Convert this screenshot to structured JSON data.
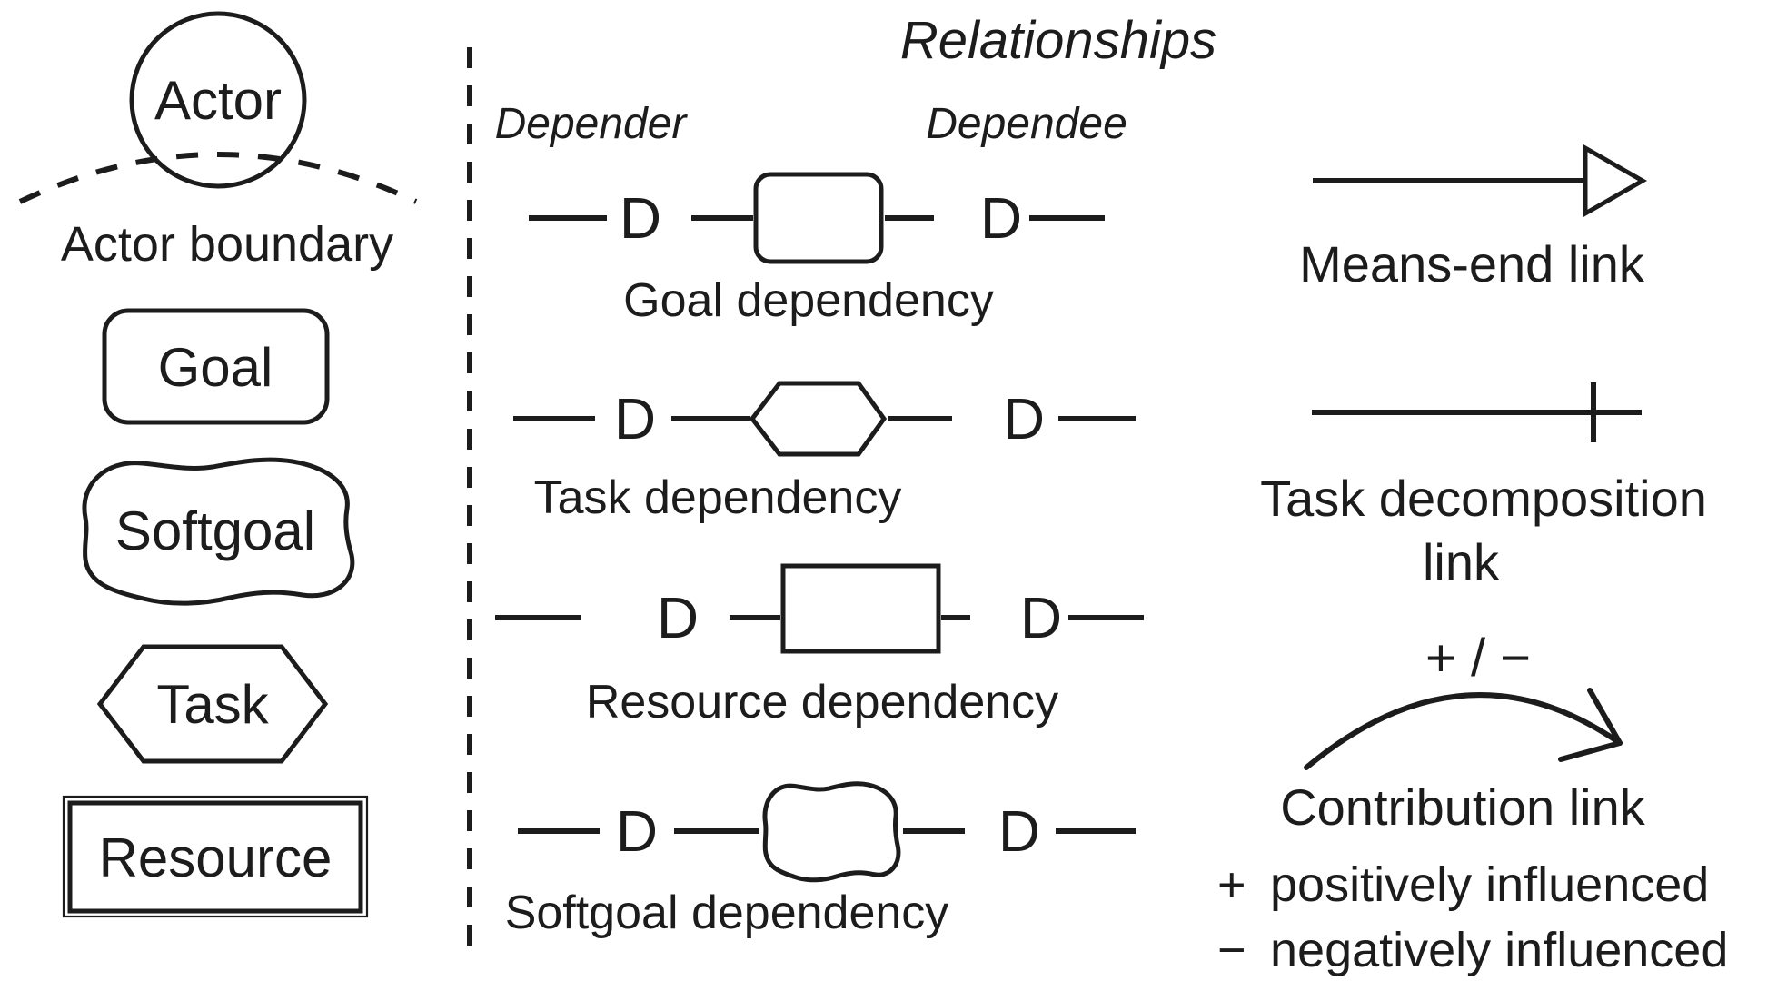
{
  "colors": {
    "ink": "#1c1c1c",
    "background": "#ffffff"
  },
  "title": "Relationships",
  "column_headers": {
    "depender": "Depender",
    "dependee": "Dependee"
  },
  "symbols": {
    "actor": "Actor",
    "actor_boundary": "Actor boundary",
    "goal": "Goal",
    "softgoal": "Softgoal",
    "task": "Task",
    "resource": "Resource"
  },
  "dependencies": [
    {
      "label": "Goal dependency",
      "depender_marker": "D",
      "dependee_marker": "D"
    },
    {
      "label": "Task dependency",
      "depender_marker": "D",
      "dependee_marker": "D"
    },
    {
      "label": "Resource dependency",
      "depender_marker": "D",
      "dependee_marker": "D"
    },
    {
      "label": "Softgoal dependency",
      "depender_marker": "D",
      "dependee_marker": "D"
    }
  ],
  "links": {
    "means_end": {
      "label": "Means-end link"
    },
    "task_decomposition": {
      "label_line1": "Task decomposition",
      "label_line2": "link"
    },
    "contribution": {
      "annotation": "+ / −",
      "label": "Contribution link",
      "positive_marker": "+",
      "positive_text": "positively influenced",
      "negative_marker": "−",
      "negative_text": "negatively influenced"
    }
  }
}
